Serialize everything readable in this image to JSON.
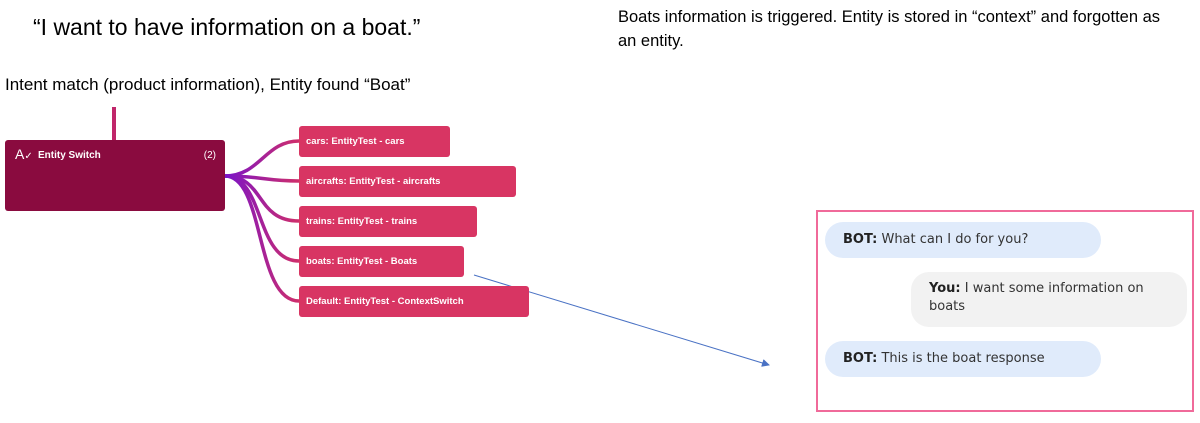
{
  "annotations": {
    "quote": "“I want to have information on a boat.”",
    "intent": "Intent match (product information), Entity found “Boat”",
    "note": "Boats information is triggered. Entity is stored in “context” and forgotten as an entity."
  },
  "node": {
    "icon": "spellcheck-icon",
    "title": "Entity Switch",
    "count": "(2)"
  },
  "branches": [
    "cars: EntityTest - cars",
    "aircrafts: EntityTest - aircrafts",
    "trains: EntityTest - trains",
    "boats: EntityTest - Boats",
    "Default: EntityTest - ContextSwitch"
  ],
  "chat": {
    "messages": [
      {
        "speaker": "BOT:",
        "text": "What can I do for you?"
      },
      {
        "speaker": "You:",
        "text": "I want some information on boats"
      },
      {
        "speaker": "BOT:",
        "text": "This is the boat response"
      }
    ]
  },
  "colors": {
    "node": "#8a0b3f",
    "branch": "#d83563",
    "chat_border": "#f06a9a",
    "arrow": "#4a72c4"
  }
}
